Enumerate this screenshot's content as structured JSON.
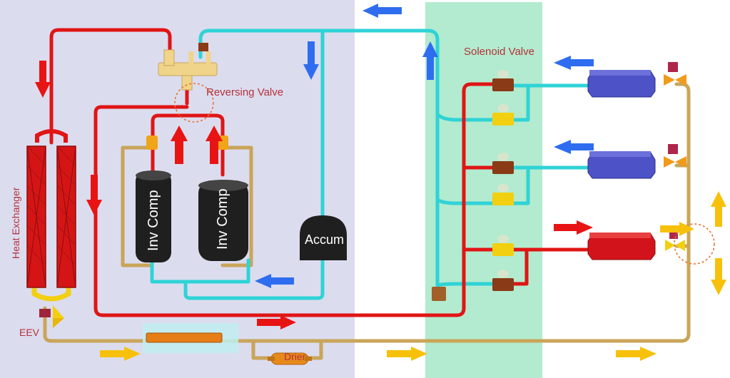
{
  "colors": {
    "panel": "#dcdcef",
    "panel_band": "#b2ebcf",
    "hot_pipe": "#e01515",
    "suction_pipe": "#2fd3d6",
    "liquid_pipe": "#c9a55a",
    "arrow_blue": "#2f6df0",
    "arrow_red": "#e81414",
    "arrow_yellow": "#f7c10b",
    "label_red": "#b5323a",
    "unit_blue": "#4d52c7",
    "unit_red": "#d3131b",
    "valve_brown": "#8a3a16",
    "valve_yellow": "#f2cf10",
    "compressor_body": "#1f1f1f"
  },
  "labels": {
    "reversing_valve": "Reversing Valve",
    "solenoid_valve": "Solenoid Valve",
    "heat_exchanger": "Heat Exchanger",
    "eev": "EEV",
    "drier": "Drier",
    "accum": "Accum",
    "compressor_1": "Inv Comp",
    "compressor_2": "Inv Comp"
  },
  "icons": {
    "flow_arrow": "arrow-icon",
    "valve": "valve-icon",
    "indoor_unit": "indoor-unit-icon"
  }
}
